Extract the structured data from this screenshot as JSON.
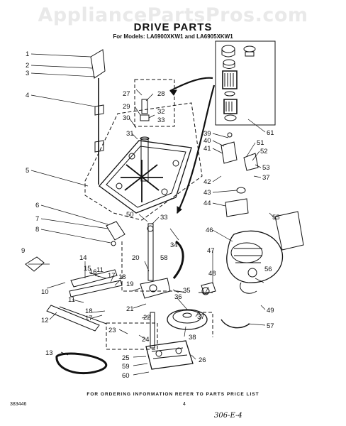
{
  "watermark": "AppliancePartsPros.com",
  "title": "DRIVE PARTS",
  "subtitle": "For Models: LA6900XKW1 and LA6905XKW1",
  "footer_note": "FOR ORDERING INFORMATION REFER TO PARTS PRICE LIST",
  "page_number": "4",
  "doc_code": "383446",
  "handwritten": "306-E-4",
  "part_labels": [
    "1",
    "2",
    "3",
    "27",
    "28",
    "4",
    "29",
    "32",
    "33",
    "30",
    "31",
    "61",
    "39",
    "40",
    "41",
    "51",
    "52",
    "53",
    "37",
    "42",
    "43",
    "44",
    "5",
    "6",
    "7",
    "8",
    "50",
    "33",
    "34",
    "55",
    "46",
    "47",
    "9",
    "14",
    "15",
    "16",
    "11",
    "17",
    "18",
    "20",
    "58",
    "56",
    "48",
    "10",
    "19",
    "35",
    "36",
    "21",
    "22",
    "37",
    "12",
    "11",
    "18",
    "17",
    "23",
    "24",
    "38",
    "49",
    "57",
    "13",
    "26",
    "25",
    "59",
    "60"
  ]
}
